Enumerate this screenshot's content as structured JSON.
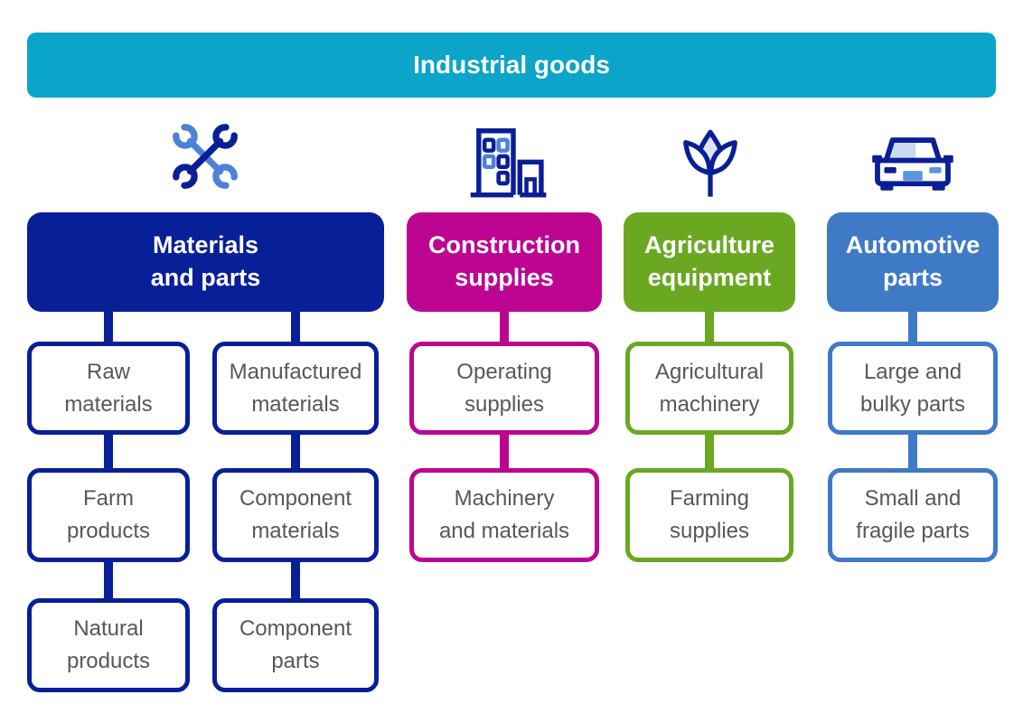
{
  "palette": {
    "icon_dark": "#0a1f96",
    "icon_light": "#4d82d6",
    "icon_fill_light": "#dde3ef",
    "car_glass": "#ccdaf0",
    "car_accent": "#5b96dd",
    "node_text": "#54585e",
    "background": "#ffffff"
  },
  "root": {
    "title": "Industrial goods",
    "color": "#0aa5c8"
  },
  "branches": [
    {
      "id": "materials-and-parts",
      "title": "Materials\nand parts",
      "color": "#071f97",
      "icon": "crossed-wrenches-icon",
      "columns": [
        {
          "items": [
            "Raw\nmaterials",
            "Farm\nproducts",
            "Natural\nproducts"
          ]
        },
        {
          "items": [
            "Manufactured\nmaterials",
            "Component\nmaterials",
            "Component\nparts"
          ]
        }
      ]
    },
    {
      "id": "construction-supplies",
      "title": "Construction\nsupplies",
      "color": "#bd0591",
      "icon": "buildings-icon",
      "columns": [
        {
          "items": [
            "Operating\nsupplies",
            "Machinery\nand materials"
          ]
        }
      ]
    },
    {
      "id": "agriculture-equipment",
      "title": "Agriculture\nequipment",
      "color": "#6ba822",
      "icon": "plant-icon",
      "columns": [
        {
          "items": [
            "Agricultural\nmachinery",
            "Farming\nsupplies"
          ]
        }
      ]
    },
    {
      "id": "automotive-parts",
      "title": "Automotive\nparts",
      "color": "#3f7ac7",
      "icon": "car-icon",
      "columns": [
        {
          "items": [
            "Large and\nbulky parts",
            "Small and\nfragile parts"
          ]
        }
      ]
    }
  ]
}
